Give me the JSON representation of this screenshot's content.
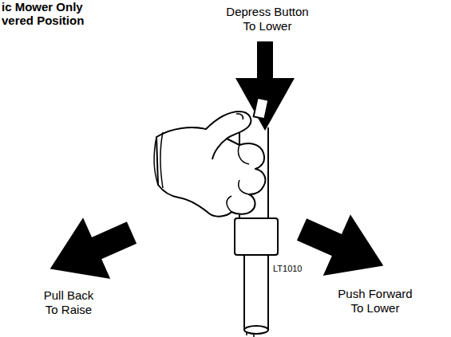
{
  "diagram": {
    "labels": [
      "ic Mower Only",
      "vered Position",
      "Depress Button To Lower",
      "Pull Back To Raise",
      "Push Forward To Lower",
      "LT1010"
    ]
  }
}
